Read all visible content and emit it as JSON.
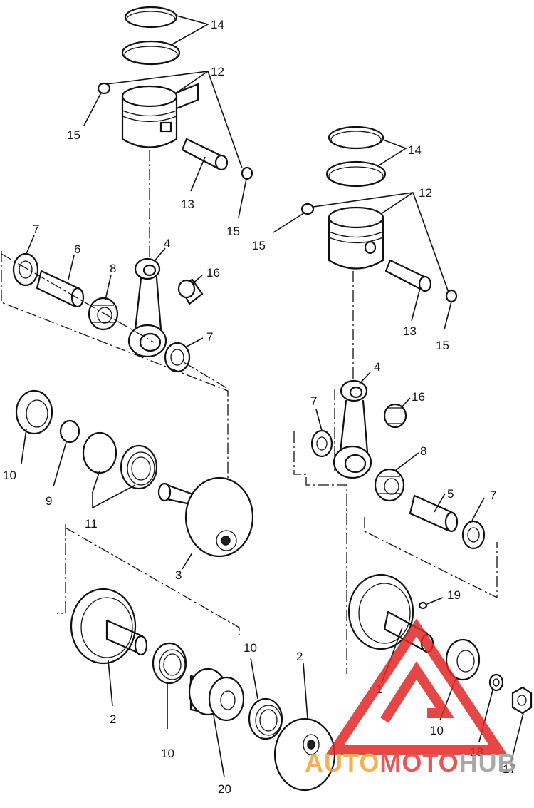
{
  "callouts": {
    "c1": "14",
    "c2": "12",
    "c3": "15",
    "c4": "13",
    "c5": "15",
    "c6": "7",
    "c7": "6",
    "c8": "8",
    "c9": "4",
    "c10": "16",
    "c11": "7",
    "c12": "10",
    "c13": "9",
    "c14": "11",
    "c15": "3",
    "c16": "14",
    "c17": "12",
    "c18": "15",
    "c19": "13",
    "c20": "15",
    "c21": "4",
    "c22": "7",
    "c23": "16",
    "c24": "8",
    "c25": "5",
    "c26": "7",
    "c27": "19",
    "c28": "2",
    "c29": "10",
    "c30": "20",
    "c31": "10",
    "c32": "2",
    "c33": "1",
    "c34": "10",
    "c35": "18",
    "c36": "17"
  },
  "watermark": {
    "part1": "AUTO",
    "part2": "MOTO",
    "part3": "HUB",
    "color_orange": "#f2a33a",
    "color_red": "#e23b3b",
    "color_gray": "#9a9a9a",
    "logo_color": "#e12828"
  }
}
